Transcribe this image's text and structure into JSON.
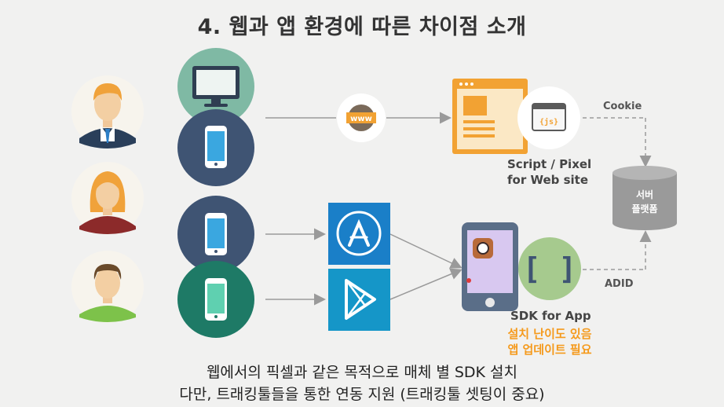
{
  "title": "4. 웹과 앱 환경에 따른 차이점 소개",
  "web": {
    "www_label": "www",
    "js_label": "{js}",
    "script_pixel_line1": "Script / Pixel",
    "script_pixel_line2": "for Web site",
    "cookie": "Cookie"
  },
  "server": {
    "line1": "서버",
    "line2": "플랫폼"
  },
  "app": {
    "sdk_brackets": "[ ]",
    "adid": "ADID",
    "sdk_for_app": "SDK for App",
    "note_line1": "설치 난이도 있음",
    "note_line2": "앱 업데이트 필요"
  },
  "footer": {
    "line1": "웹에서의 픽셀과 같은 목적으로 매체 별 SDK 설치",
    "line2": "다만, 트래킹툴들을 통한 연동 지원 (트래킹툴 셋팅이 중요)"
  },
  "colors": {
    "monitor_bg": "#7fb9a4",
    "phone_bg_dark": "#3f5473",
    "phone_bg_teal": "#1e7a66",
    "appstore_blue": "#1a7fc8",
    "playstore_blue": "#1596c8",
    "browser_orange": "#f2a233",
    "orange_text": "#f59a1c"
  }
}
